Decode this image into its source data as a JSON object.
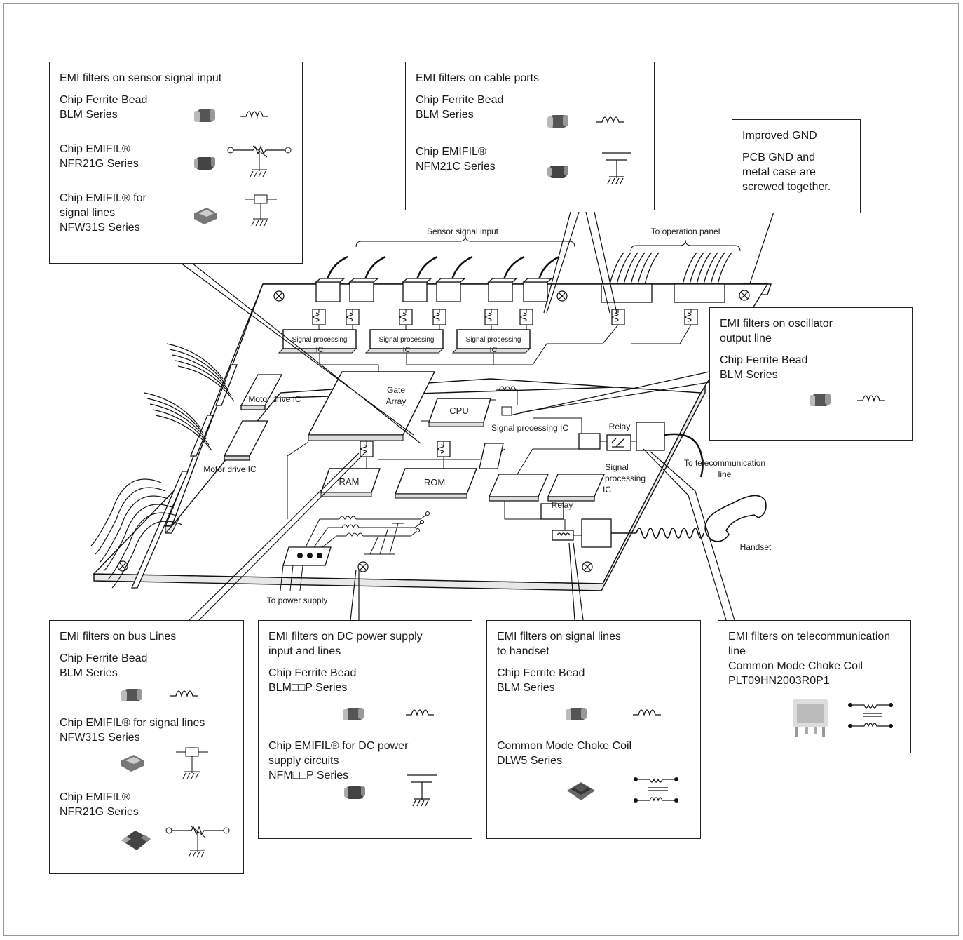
{
  "labels": {
    "sensor_signal_input": "Sensor signal input",
    "to_operation_panel": "To operation panel",
    "sig_proc_ic_1": "Signal processing",
    "sig_proc_ic_2": "Signal processing",
    "sig_proc_ic_3": "Signal processing",
    "ic_suffix": "IC",
    "gate": "Gate",
    "array": "Array",
    "cpu": "CPU",
    "motor_drive_ic_1": "Motor drive IC",
    "motor_drive_ic_2": "Motor drive IC",
    "ram": "RAM",
    "rom": "ROM",
    "signal_processing_ic": "Signal processing IC",
    "relay_1": "Relay",
    "relay_2": "Relay",
    "signal": "Signal",
    "processing": "processing",
    "ic": "IC",
    "to_telecom_1": "To telecommunication",
    "to_telecom_2": "line",
    "handset": "Handset",
    "to_power_supply": "To power supply"
  },
  "callouts": {
    "sensor": {
      "title": "EMI filters on sensor signal input",
      "items": [
        {
          "name": "Chip Ferrite Bead\nBLM Series",
          "symbol": "inductor-icon"
        },
        {
          "name": "Chip EMIFIL®\nNFR21G Series",
          "symbol": "resistor-filter-icon"
        },
        {
          "name": "Chip EMIFIL® for\nsignal lines\nNFW31S Series",
          "symbol": "t-filter-icon"
        }
      ]
    },
    "cable": {
      "title": "EMI filters on cable ports",
      "items": [
        {
          "name": "Chip Ferrite Bead\nBLM Series",
          "symbol": "inductor-icon"
        },
        {
          "name": "Chip EMIFIL®\nNFM21C Series",
          "symbol": "capacitor-icon"
        }
      ]
    },
    "gnd": {
      "title": "Improved GND",
      "text": "PCB GND and\nmetal case are\nscrewed together."
    },
    "oscillator": {
      "title": "EMI filters on oscillator\noutput line",
      "items": [
        {
          "name": "Chip Ferrite Bead\nBLM Series",
          "symbol": "inductor-icon"
        }
      ]
    },
    "bus": {
      "title": "EMI filters on bus Lines",
      "items": [
        {
          "name": "Chip Ferrite Bead\nBLM Series",
          "symbol": "inductor-icon"
        },
        {
          "name": "Chip EMIFIL® for signal lines\nNFW31S Series",
          "symbol": "t-filter-icon"
        },
        {
          "name": "Chip EMIFIL®\nNFR21G Series",
          "symbol": "resistor-filter-icon"
        }
      ]
    },
    "dc": {
      "title": "EMI filters on DC power supply\ninput and lines",
      "items": [
        {
          "name": "Chip Ferrite Bead\nBLM□□P Series",
          "symbol": "inductor-icon"
        },
        {
          "name": "Chip EMIFIL® for DC power\nsupply circuits\nNFM□□P Series",
          "symbol": "capacitor-icon"
        }
      ]
    },
    "handset": {
      "title": "EMI filters on signal lines\nto handset",
      "items": [
        {
          "name": "Chip Ferrite Bead\nBLM Series",
          "symbol": "inductor-icon"
        },
        {
          "name": "Common Mode Choke Coil\nDLW5 Series",
          "symbol": "common-mode-choke-icon"
        }
      ]
    },
    "telecom": {
      "title": "EMI filters on telecommunication\nline",
      "items": [
        {
          "name": "Common Mode Choke Coil\nPLT09HN2003R0P1",
          "symbol": "common-mode-choke-icon"
        }
      ]
    }
  }
}
